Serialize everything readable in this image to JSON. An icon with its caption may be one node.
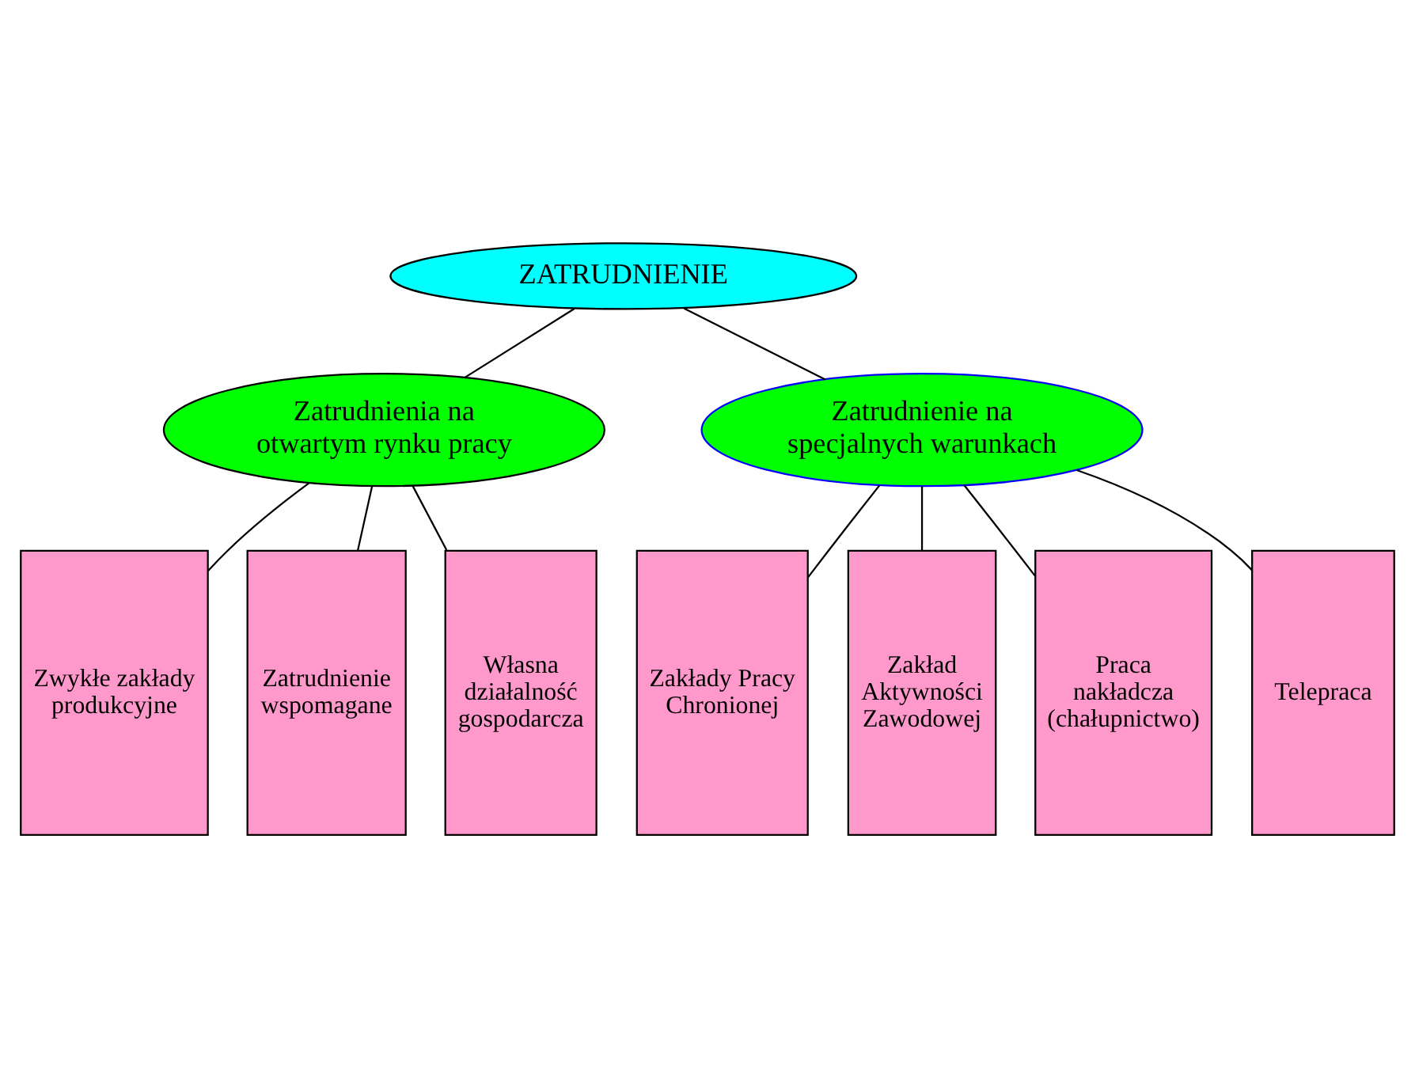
{
  "diagram": {
    "nodes": [
      {
        "text": [
          "ZATRUDNIENIE"
        ]
      },
      {
        "text": [
          "Zatrudnienia na otwartym rynku pracy"
        ]
      },
      {
        "text": [
          "Zatrudnienie na specjalnych warunkach"
        ]
      },
      {
        "text": [
          "Zwykłe zakłady produkcyjne"
        ]
      },
      {
        "text": [
          "Zatrudnienie wspomagane"
        ]
      },
      {
        "text": [
          "Własna działalność gospodarcza"
        ]
      },
      {
        "text": [
          "Zakłady Pracy Chronionej"
        ]
      },
      {
        "text": [
          "Zakład Aktywności Zawodowej"
        ]
      },
      {
        "text": [
          "Praca nakładcza (chałupnictwo)"
        ]
      },
      {
        "text": [
          "Telepraca"
        ]
      }
    ],
    "edges": [
      {
        "from": 0,
        "to": 1,
        "arrow": "none"
      },
      {
        "from": 0,
        "to": 2,
        "arrow": "none"
      },
      {
        "from": 1,
        "to": 3,
        "arrow": "none"
      },
      {
        "from": 1,
        "to": 4,
        "arrow": "none"
      },
      {
        "from": 1,
        "to": 5,
        "arrow": "none"
      },
      {
        "from": 2,
        "to": 6,
        "arrow": "none"
      },
      {
        "from": 2,
        "to": 7,
        "arrow": "none"
      },
      {
        "from": 2,
        "to": 8,
        "arrow": "none"
      },
      {
        "from": 2,
        "to": 9,
        "arrow": "none"
      }
    ]
  }
}
